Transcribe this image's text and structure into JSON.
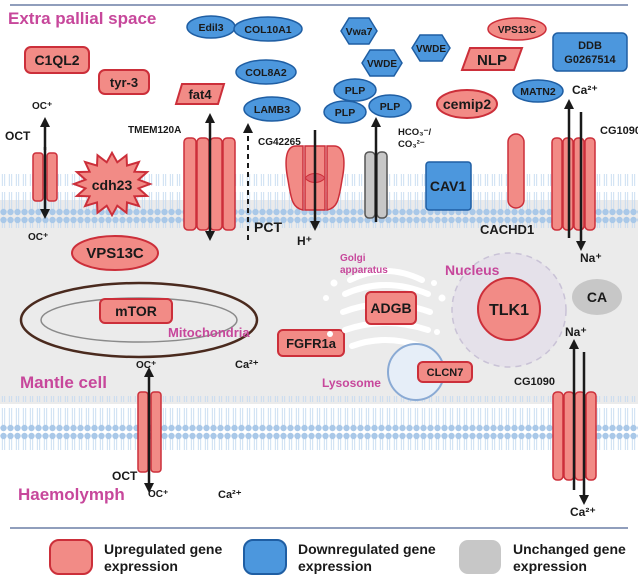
{
  "regions": {
    "extra_pallial_space": "Extra pallial space",
    "mantle_cell": "Mantle cell",
    "haemolymph": "Haemolymph",
    "mitochondria": "Mitochondria",
    "golgi": "Golgi apparatus",
    "nucleus": "Nucleus",
    "lysosome": "Lysosome"
  },
  "genes": {
    "c1ql2": "C1QL2",
    "tyr3": "tyr-3",
    "fat4": "fat4",
    "edil3": "Edil3",
    "col10a1": "COL10A1",
    "col8a2": "COL8A2",
    "lamb3": "LAMB3",
    "vwa7": "Vwa7",
    "vwde": "VWDE",
    "vps13c_top": "VPS13C",
    "nlp": "NLP",
    "ddb": "DDB G0267514",
    "cemip2": "cemip2",
    "matn2": "MATN2",
    "plp": "PLP",
    "cdh23": "cdh23",
    "cav1": "CAV1",
    "cachd1": "CACHD1",
    "vps13c": "VPS13C",
    "mtor": "mTOR",
    "fgfr1a": "FGFR1a",
    "adgb": "ADGB",
    "tlk1": "TLK1",
    "clcn7": "CLCN7",
    "ca": "CA"
  },
  "transport": {
    "oct": "OCT",
    "oc_plus": "OC⁺",
    "tmem120a": "TMEM120A",
    "cg42265": "CG42265",
    "pct": "PCT",
    "h_plus": "H⁺",
    "hco3": "HCO₃⁻/ CO₃²⁻",
    "cg1090": "CG1090",
    "ca2": "Ca²⁺",
    "na": "Na⁺"
  },
  "legend": {
    "up": "Upregulated gene expression",
    "down": "Downregulated gene expression",
    "unchanged": "Unchanged gene expression"
  },
  "colors": {
    "up_fill": "#f28b86",
    "up_stroke": "#cc2f3a",
    "down_fill": "#4c97dd",
    "down_stroke": "#1f5ea3",
    "unchanged_fill": "#c7c7c7",
    "region_text": "#c7479b",
    "membrane": "#a9c8e8"
  }
}
